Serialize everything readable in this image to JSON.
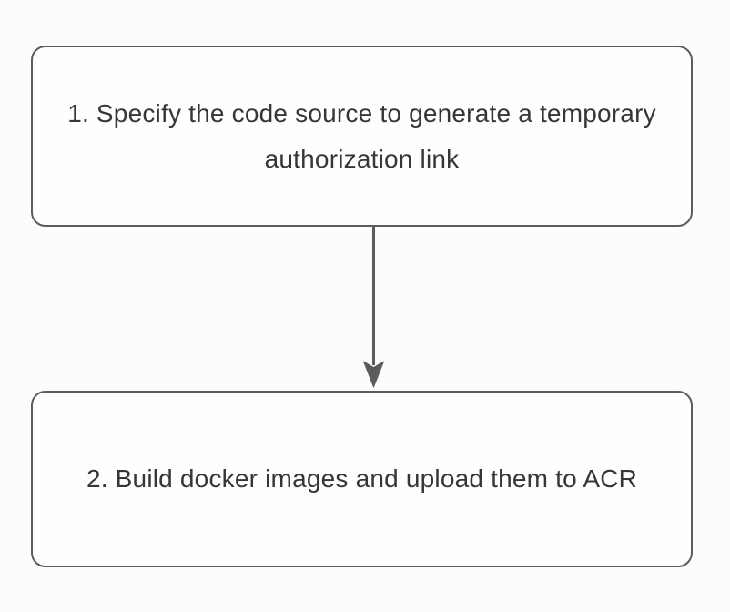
{
  "theme": {
    "background": "#fcfcfb",
    "node_fill": "#fefefe",
    "stroke": "#5c5c5c",
    "text": "#363636"
  },
  "diagram": {
    "type": "flowchart",
    "direction": "top-down",
    "nodes": [
      {
        "id": "step1",
        "label": "1. Specify the code source to generate a temporary authorization link"
      },
      {
        "id": "step2",
        "label": "2. Build docker images and upload them to ACR"
      }
    ],
    "edges": [
      {
        "from": "step1",
        "to": "step2",
        "style": "solid-arrow-down"
      }
    ]
  }
}
